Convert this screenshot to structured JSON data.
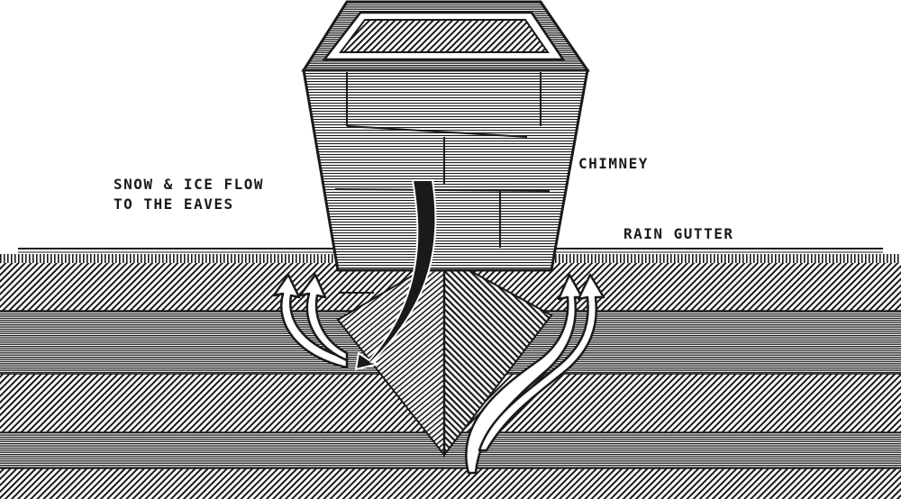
{
  "labels": {
    "snow_line1": "SNOW & ICE FLOW",
    "snow_line2": "TO THE EAVES",
    "chimney": "CHIMNEY",
    "rain_gutter": "RAIN GUTTER"
  },
  "colors": {
    "ink": "#1a1a1a",
    "background": "#ffffff",
    "flow_arrow": "#1a1a1a",
    "diverted_arrow": "#ffffff"
  }
}
